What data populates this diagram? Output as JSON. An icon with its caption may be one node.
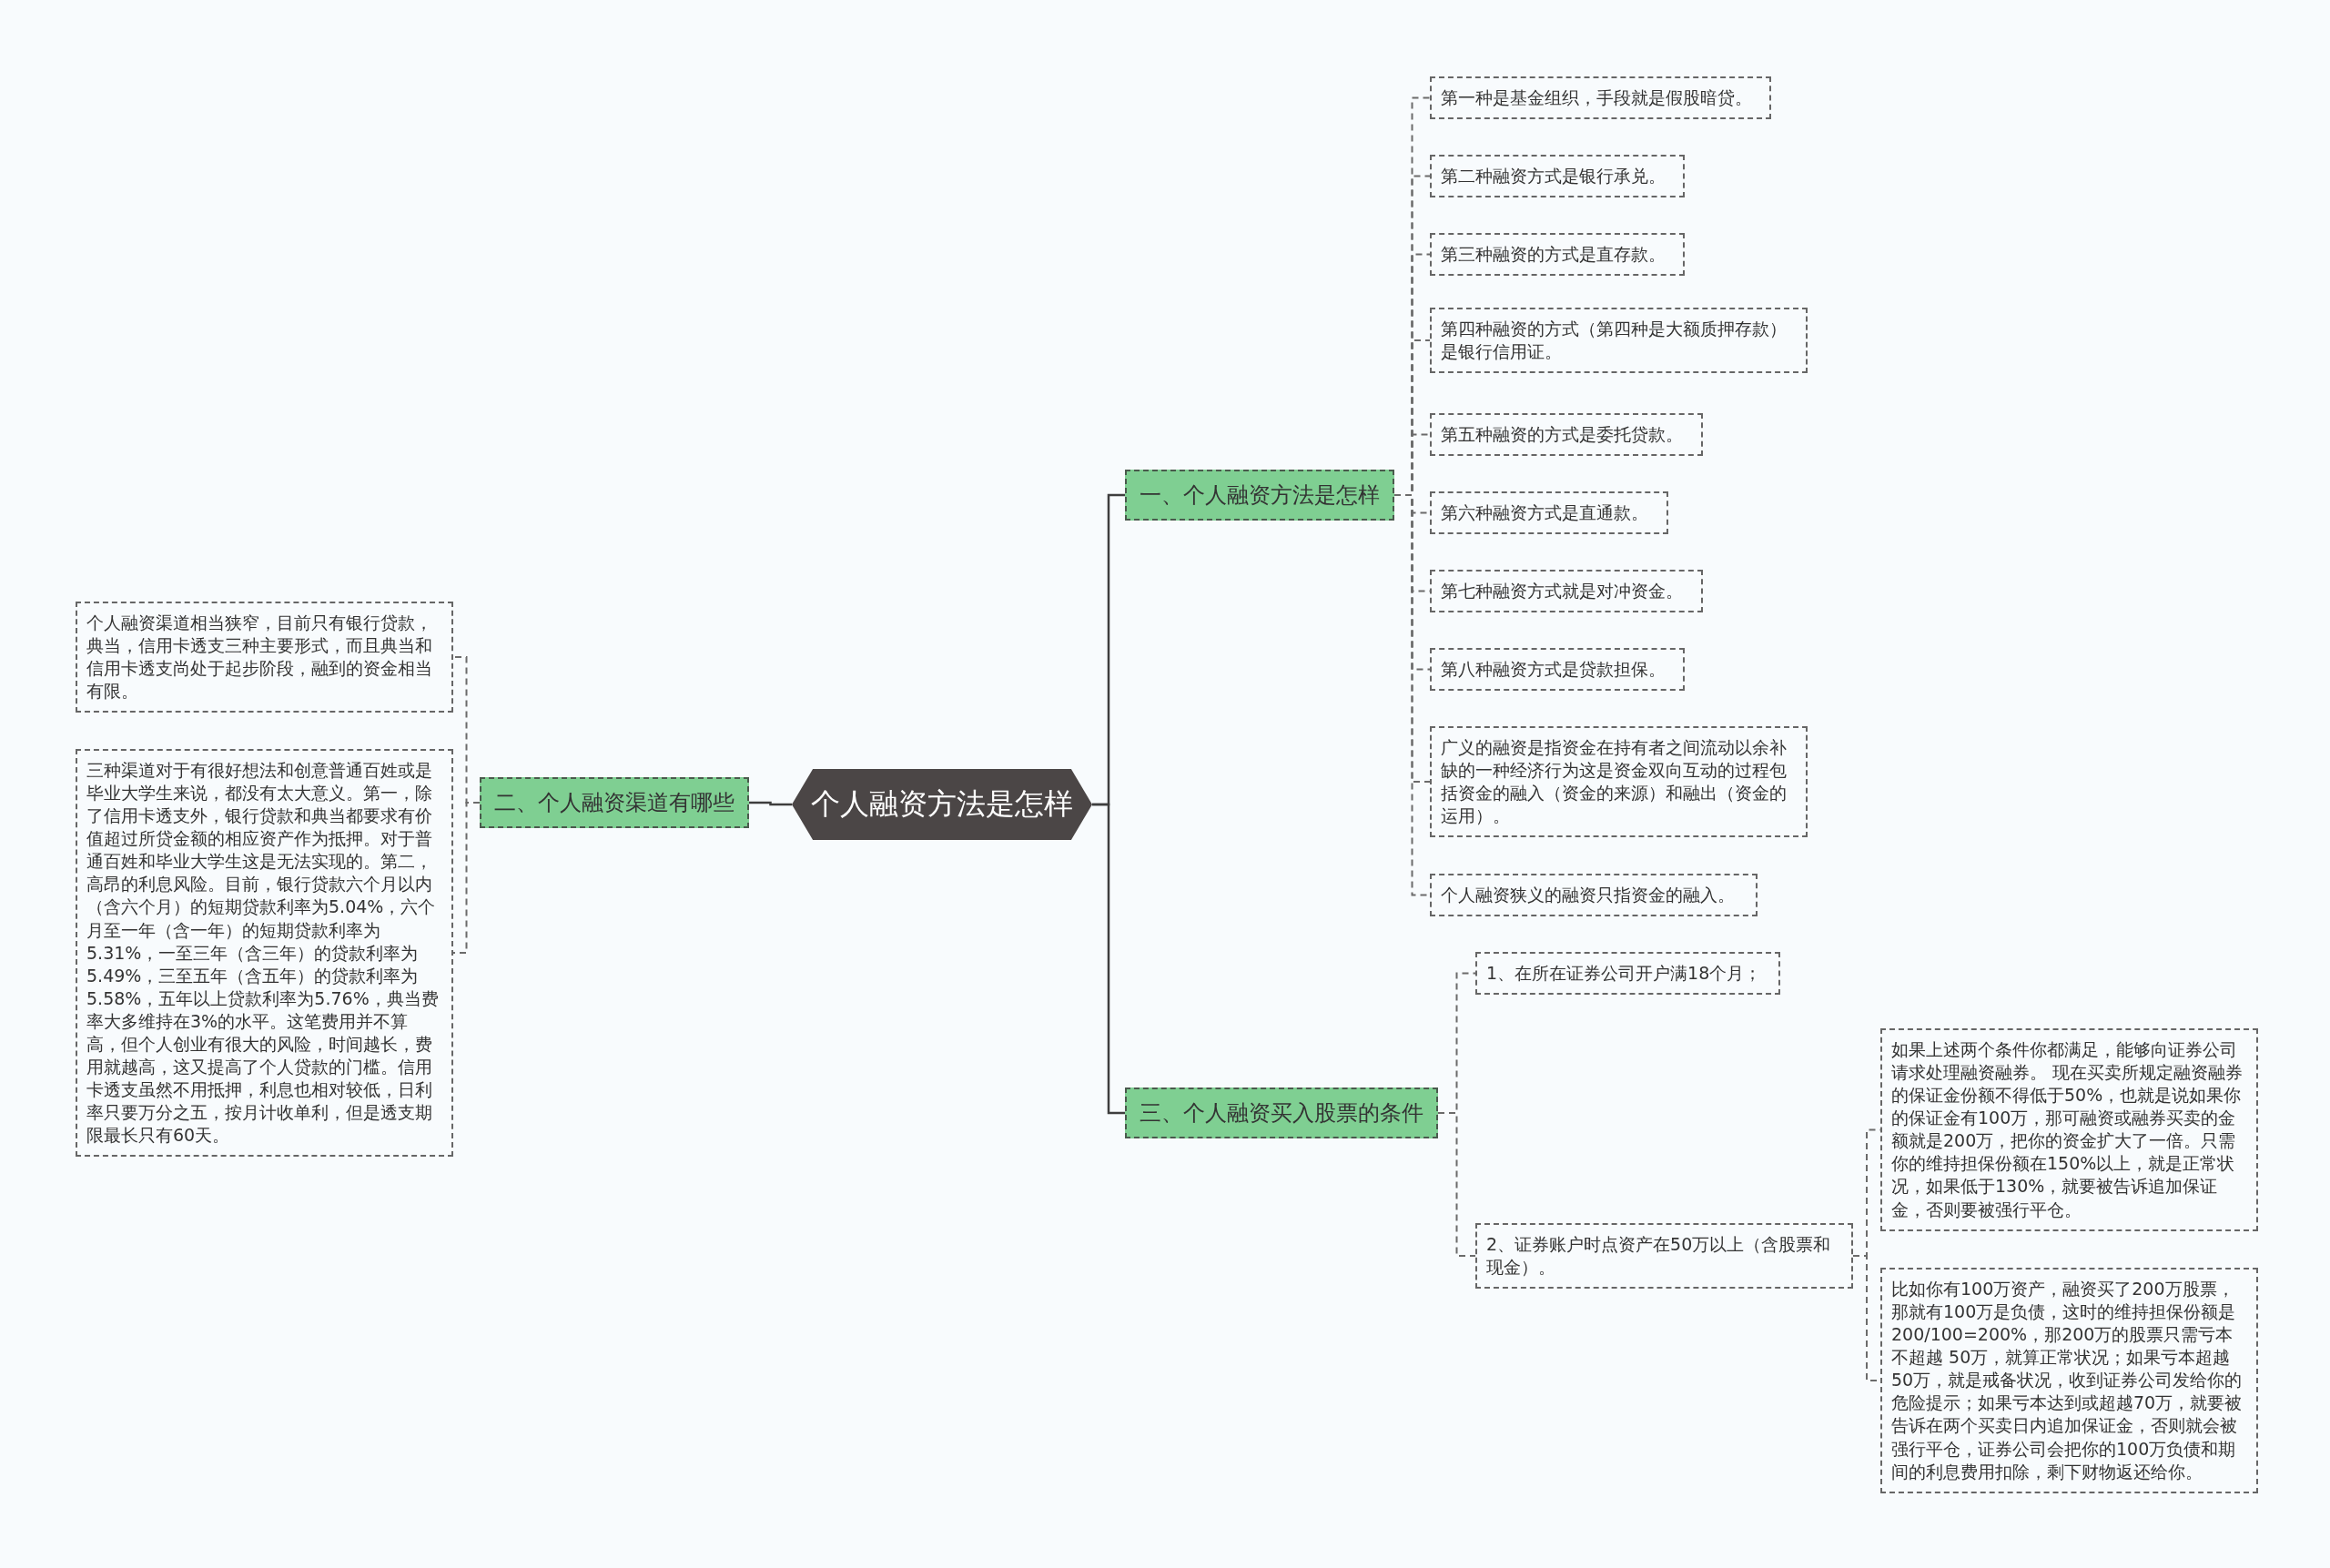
{
  "diagram": {
    "nodes": [
      {
        "text": [
          "个人融资方法是怎样"
        ]
      },
      {
        "text": [
          "一、个人融资方法是怎样"
        ]
      },
      {
        "text": [
          "第一种是基金组织，手段就是假股暗贷。"
        ]
      },
      {
        "text": [
          "第二种融资方式是银行承兑。"
        ]
      },
      {
        "text": [
          "第三种融资的方式是直存款。"
        ]
      },
      {
        "text": [
          "第四种融资的方式（第四种是大额质押存款）是银行信用证。"
        ]
      },
      {
        "text": [
          "第五种融资的方式是委托贷款。"
        ]
      },
      {
        "text": [
          "第六种融资方式是直通款。"
        ]
      },
      {
        "text": [
          "第七种融资方式就是对冲资金。"
        ]
      },
      {
        "text": [
          "第八种融资方式是贷款担保。"
        ]
      },
      {
        "text": [
          "广义的融资是指资金在持有者之间流动以余补缺的一种经济行为这是资金双向互动的过程包括资金的融入（资金的来源）和融出（资金的运用）。"
        ]
      },
      {
        "text": [
          "个人融资狭义的融资只指资金的融入。"
        ]
      },
      {
        "text": [
          "三、个人融资买入股票的条件"
        ]
      },
      {
        "text": [
          "1、在所在证券公司开户满18个月；"
        ]
      },
      {
        "text": [
          "2、证券账户时点资产在50万以上（含股票和现金）。"
        ]
      },
      {
        "text": [
          "如果上述两个条件你都满足，能够向证券公司请求处理融资融券。 现在买卖所规定融资融券的保证金份额不得低于50%，也就是说如果你的保证金有100万，那可融资或融券买卖的金额就是200万，把你的资金扩大了一倍。只需你的维持担保份额在150%以上，就是正常状况，如果低于130%，就要被告诉追加保证金，否则要被强行平仓。"
        ]
      },
      {
        "text": [
          "比如你有100万资产，融资买了200万股票，那就有100万是负债，这时的维持担保份额是200/100=200%，那200万的股票只需亏本不超越 50万，就算正常状况；如果亏本超越50万，就是戒备状况，收到证券公司发给你的危险提示；如果亏本达到或超越70万，就要被告诉在两个买卖日内追加保证金，否则就会被强行平仓，证券公司会把你的100万负债和期间的利息费用扣除，剩下财物返还给你。"
        ]
      },
      {
        "text": [
          "二、个人融资渠道有哪些"
        ]
      },
      {
        "text": [
          "个人融资渠道相当狭窄，目前只有银行贷款，典当，信用卡透支三种主要形式，而且典当和信用卡透支尚处于起步阶段，融到的资金相当有限。"
        ]
      },
      {
        "text": [
          "三种渠道对于有很好想法和创意普通百姓或是毕业大学生来说，都没有太大意义。第一，除了信用卡透支外，银行贷款和典当都要求有价值超过所贷金额的相应资产作为抵押。对于普通百姓和毕业大学生这是无法实现的。第二，高昂的利息风险。目前，银行贷款六个月以内（含六个月）的短期贷款利率为5.04%，六个月至一年（含一年）的短期贷款利率为5.31%，一至三年（含三年）的贷款利率为5.49%，三至五年（含五年）的贷款利率为5.58%，五年以上贷款利率为5.76%，典当费率大多维持在3%的水平。这笔费用并不算高，但个人创业有很大的风险，时间越长，费用就越高，这又提高了个人贷款的门槛。信用卡透支虽然不用抵押，利息也相对较低，日利率只要万分之五，按月计收单利，但是透支期限最长只有60天。"
        ]
      }
    ],
    "edges": [
      {
        "from": 0,
        "to": 1,
        "arrow": "none"
      },
      {
        "from": 1,
        "to": 2,
        "arrow": "none",
        "style": "dashed"
      },
      {
        "from": 1,
        "to": 3,
        "arrow": "none",
        "style": "dashed"
      },
      {
        "from": 1,
        "to": 4,
        "arrow": "none",
        "style": "dashed"
      },
      {
        "from": 1,
        "to": 5,
        "arrow": "none",
        "style": "dashed"
      },
      {
        "from": 1,
        "to": 6,
        "arrow": "none",
        "style": "dashed"
      },
      {
        "from": 1,
        "to": 7,
        "arrow": "none",
        "style": "dashed"
      },
      {
        "from": 1,
        "to": 8,
        "arrow": "none",
        "style": "dashed"
      },
      {
        "from": 1,
        "to": 9,
        "arrow": "none",
        "style": "dashed"
      },
      {
        "from": 1,
        "to": 10,
        "arrow": "none",
        "style": "dashed"
      },
      {
        "from": 1,
        "to": 11,
        "arrow": "none",
        "style": "dashed"
      },
      {
        "from": 0,
        "to": 12,
        "arrow": "none"
      },
      {
        "from": 12,
        "to": 13,
        "arrow": "none",
        "style": "dashed"
      },
      {
        "from": 12,
        "to": 14,
        "arrow": "none",
        "style": "dashed"
      },
      {
        "from": 14,
        "to": 15,
        "arrow": "none",
        "style": "dashed"
      },
      {
        "from": 14,
        "to": 16,
        "arrow": "none",
        "style": "dashed"
      },
      {
        "from": 0,
        "to": 17,
        "arrow": "none"
      },
      {
        "from": 17,
        "to": 18,
        "arrow": "none",
        "style": "dashed"
      },
      {
        "from": 17,
        "to": 19,
        "arrow": "none",
        "style": "dashed"
      }
    ]
  }
}
